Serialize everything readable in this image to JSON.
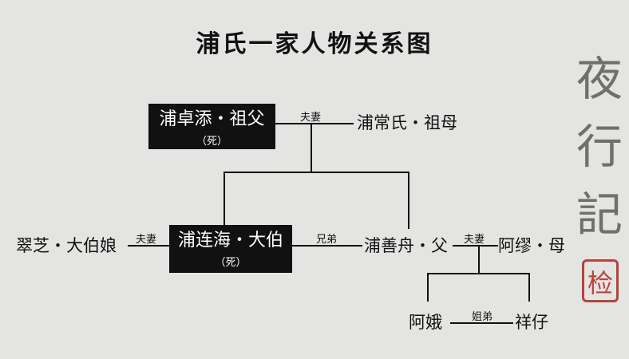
{
  "title": "浦氏一家人物关系图",
  "nodes": {
    "grandfather": {
      "name": "浦卓添・祖父",
      "note": "（死）"
    },
    "grandmother": {
      "name": "浦常氏・祖母"
    },
    "uncle": {
      "name": "浦连海・大伯",
      "note": "（死）"
    },
    "aunt": {
      "name": "翠芝・大伯娘"
    },
    "father": {
      "name": "浦善舟・父"
    },
    "mother": {
      "name": "阿缪・母"
    },
    "sister": {
      "name": "阿娥"
    },
    "brother": {
      "name": "祥仔"
    }
  },
  "relations": {
    "grandparents": "夫妻",
    "uncle_aunt": "夫妻",
    "brothers": "兄弟",
    "parents": "夫妻",
    "siblings": "姐弟"
  },
  "branding": {
    "calligraphy": [
      "夜",
      "行",
      "記"
    ],
    "seal": "检"
  }
}
